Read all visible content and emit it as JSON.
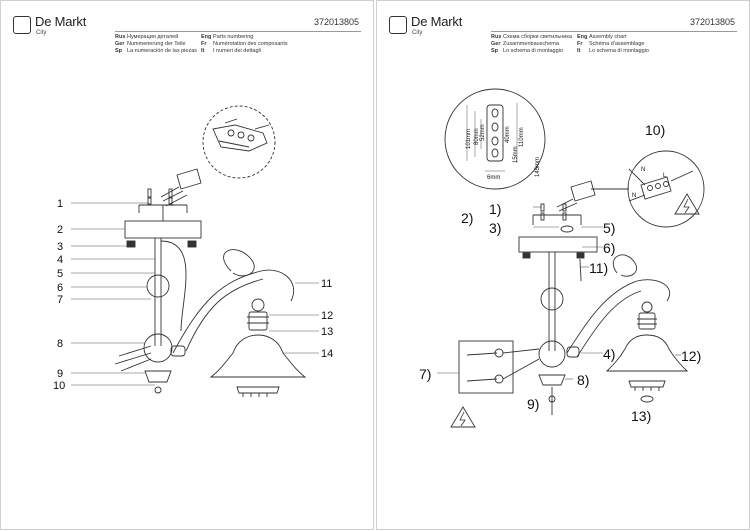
{
  "brand": {
    "name": "De Markt",
    "sub": "City"
  },
  "article": "372013805",
  "left_page": {
    "rows": [
      {
        "code": "Rus",
        "text": "Нумерация деталей",
        "code2": "Eng",
        "text2": "Parts numbering"
      },
      {
        "code": "Ger",
        "text": "Nummerierung der Teile",
        "code2": "Fr",
        "text2": "Numérotation des composants"
      },
      {
        "code": "Sp",
        "text": "La numeración de las piezas",
        "code2": "It",
        "text2": "I numeri dei dettagli"
      }
    ],
    "callouts": [
      "1",
      "2",
      "3",
      "4",
      "5",
      "6",
      "7",
      "8",
      "9",
      "10",
      "11",
      "12",
      "13",
      "14"
    ]
  },
  "right_page": {
    "rows": [
      {
        "code": "Rus",
        "text": "Схема сборки светильника",
        "code2": "Eng",
        "text2": "Assembly chart"
      },
      {
        "code": "Ger",
        "text": "Zusammenbauschema",
        "code2": "Fr",
        "text2": "Schéma d'assemblage"
      },
      {
        "code": "Sp",
        "text": "Lo schema di montaggio",
        "code2": "It",
        "text2": "Lo schema di montaggio"
      }
    ],
    "callouts": [
      "1)",
      "2)",
      "3)",
      "5)",
      "6)",
      "11)",
      "10)",
      "4)",
      "7)",
      "8)",
      "9)",
      "12)",
      "13)"
    ],
    "dimensions": {
      "d1": "101mm",
      "d2": "80mm",
      "d3": "52mm",
      "d4": "40mm",
      "d5": "110mm",
      "d6": "15mm",
      "d7": "6mm",
      "d8": "145mm"
    },
    "wire_labels": {
      "n1": "N",
      "l": "L",
      "n2": "N"
    }
  }
}
